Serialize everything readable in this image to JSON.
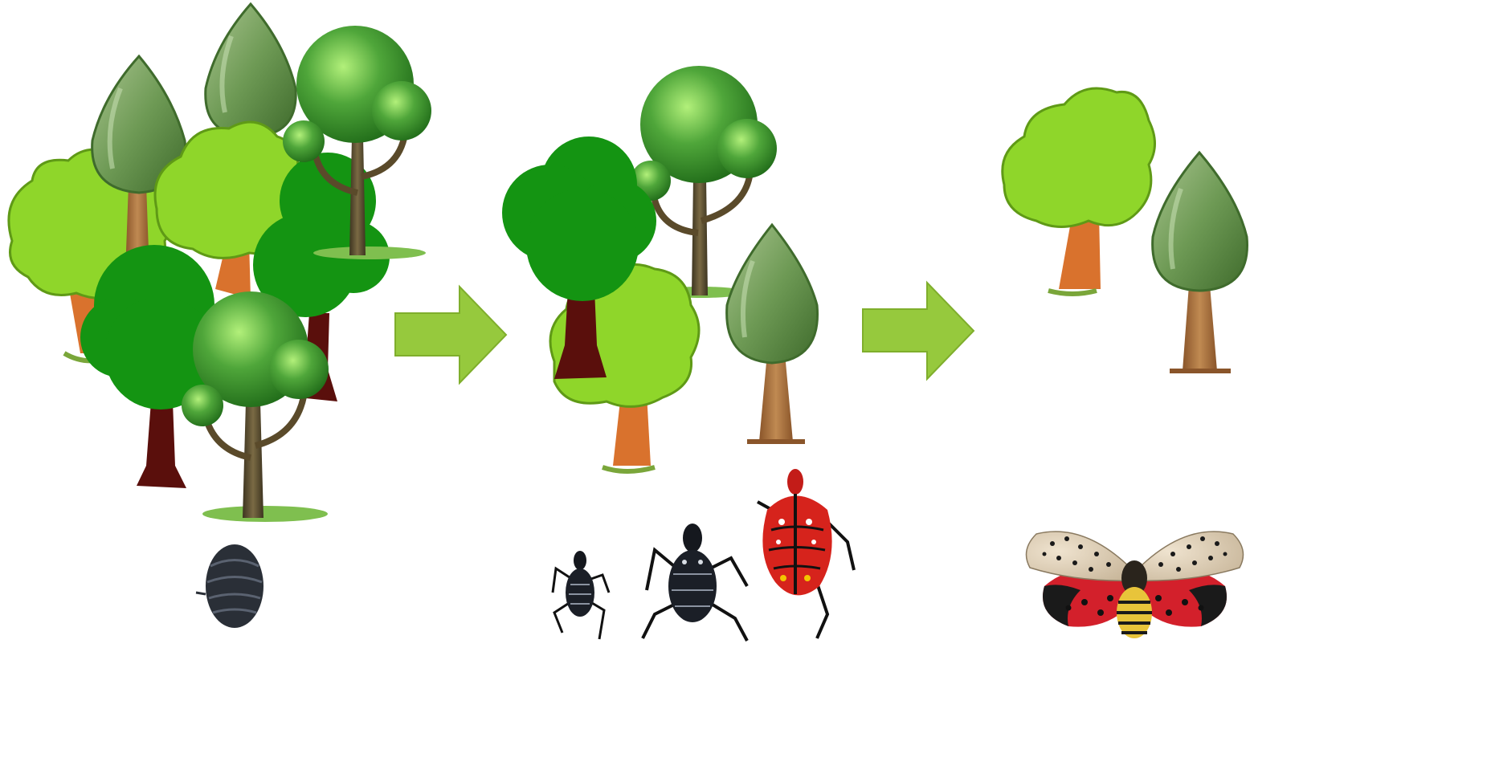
{
  "diagram": {
    "stages": [
      {
        "id": "stage-1",
        "trees": [
          "maple",
          "poplar",
          "poplar",
          "round",
          "maple",
          "dark",
          "dark",
          "round",
          "dark"
        ],
        "insects": [
          "egg-mass"
        ]
      },
      {
        "id": "stage-2",
        "trees": [
          "round",
          "dark",
          "maple",
          "poplar"
        ],
        "insects": [
          "nymph-early",
          "nymph-mid",
          "nymph-red"
        ]
      },
      {
        "id": "stage-3",
        "trees": [
          "maple",
          "poplar"
        ],
        "insects": [
          "adult-lanternfly"
        ]
      }
    ],
    "arrows": [
      {
        "from": "stage-1",
        "to": "stage-2",
        "color": "#96c93d"
      },
      {
        "from": "stage-2",
        "to": "stage-3",
        "color": "#96c93d"
      }
    ],
    "colors": {
      "leaf_light": "#8fd62a",
      "leaf_dark": "#149412",
      "leaf_round": "#3e9a26",
      "poplar": "#6f9a56",
      "trunk_brown": "#a9703d",
      "trunk_dark": "#5a0f0c",
      "nymph_red": "#d6231c",
      "moth_red": "#d3202b",
      "arrow": "#96c93d"
    }
  }
}
